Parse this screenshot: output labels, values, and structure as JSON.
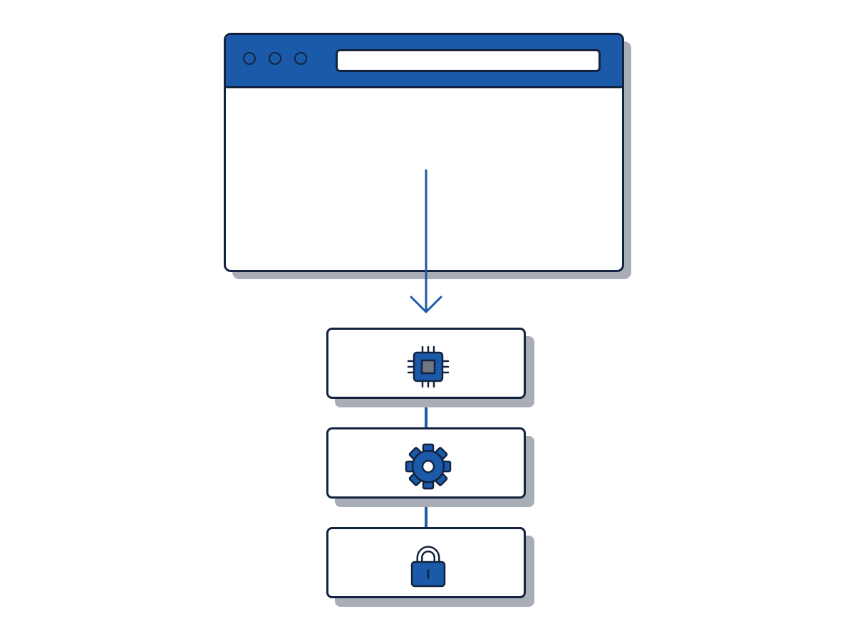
{
  "colors": {
    "accent": "#1a5aa8",
    "outline": "#13233f",
    "shadow": "#a9adb5",
    "chip_core": "#707780",
    "background": "#ffffff"
  },
  "browser": {
    "window_controls": [
      "window-dot",
      "window-dot",
      "window-dot"
    ],
    "address_bar_text": ""
  },
  "flow": {
    "arrow": "down-arrow",
    "stack": [
      {
        "id": "processor",
        "icon": "cpu-chip-icon"
      },
      {
        "id": "settings",
        "icon": "gear-icon"
      },
      {
        "id": "security",
        "icon": "padlock-icon"
      }
    ]
  }
}
